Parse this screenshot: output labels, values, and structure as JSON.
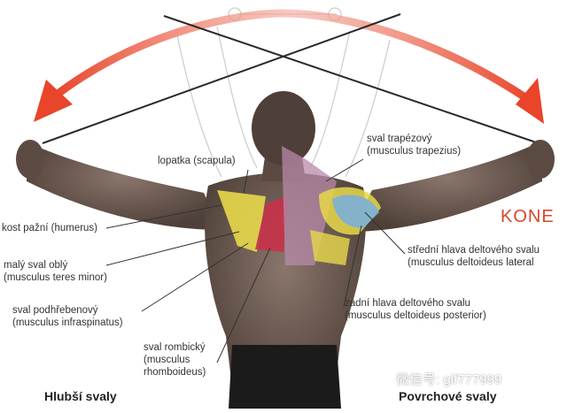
{
  "labels": {
    "humerus": [
      "kost pažní (humerus)"
    ],
    "teres_minor": [
      "malý sval oblý",
      "(musculus teres minor)"
    ],
    "infraspinatus": [
      "sval podhřebenový",
      "(musculus infraspinatus)"
    ],
    "rhomboideus": [
      "sval rombický",
      "(musculus",
      "rhomboideus)"
    ],
    "scapula": [
      "lopatka (scapula)"
    ],
    "trapezius": [
      "sval trapézový",
      "(musculus trapezius)"
    ],
    "deltoid_lateral": [
      "střední hlava deltového svalu",
      "(musculus deltoideus lateral"
    ],
    "deltoid_posterior": [
      "zadní hlava deltového svalu",
      "(musculus deltoideus posterior)"
    ]
  },
  "captions": {
    "left": "Hlubší svaly",
    "right": "Povrchové svaly"
  },
  "corner_text": "KONE",
  "watermark": "微信号: gif777999",
  "colors": {
    "arrow": "#e8452a",
    "skin": "#6b5a52",
    "yellow_muscle": "#e8d84a",
    "red_muscle": "#c8324a",
    "blue_muscle": "#7ab0d8",
    "purple_muscle": "#b88aaa",
    "accent_text": "#d8472a"
  }
}
